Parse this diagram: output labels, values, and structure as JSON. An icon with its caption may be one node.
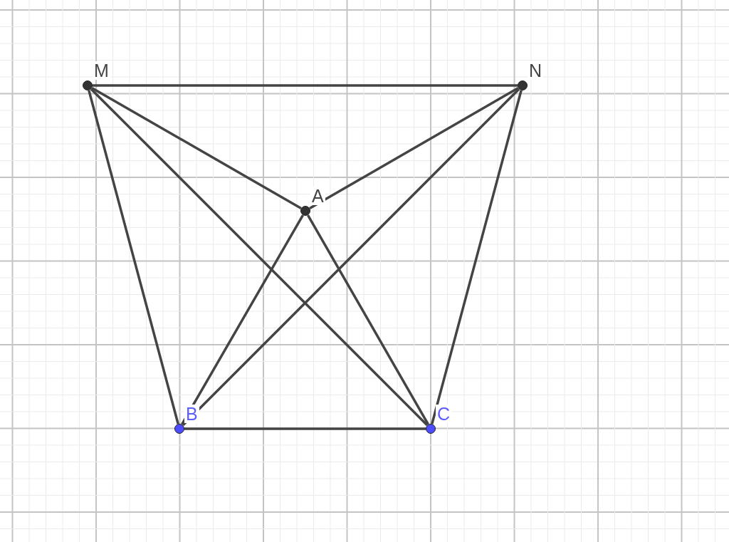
{
  "diagram": {
    "nodes": [
      {
        "text": [
          "M"
        ]
      },
      {
        "text": [
          "N"
        ]
      },
      {
        "text": [
          "A"
        ]
      },
      {
        "text": [
          "B"
        ]
      },
      {
        "text": [
          "C"
        ]
      }
    ],
    "edges": [
      {
        "from": 0,
        "to": 1,
        "arrow": "none"
      },
      {
        "from": 0,
        "to": 2,
        "arrow": "none"
      },
      {
        "from": 0,
        "to": 3,
        "arrow": "none"
      },
      {
        "from": 0,
        "to": 4,
        "arrow": "none"
      },
      {
        "from": 1,
        "to": 2,
        "arrow": "none"
      },
      {
        "from": 1,
        "to": 3,
        "arrow": "none"
      },
      {
        "from": 1,
        "to": 4,
        "arrow": "none"
      },
      {
        "from": 2,
        "to": 3,
        "arrow": "none"
      },
      {
        "from": 2,
        "to": 4,
        "arrow": "none"
      },
      {
        "from": 3,
        "to": 4,
        "arrow": "none"
      }
    ]
  }
}
